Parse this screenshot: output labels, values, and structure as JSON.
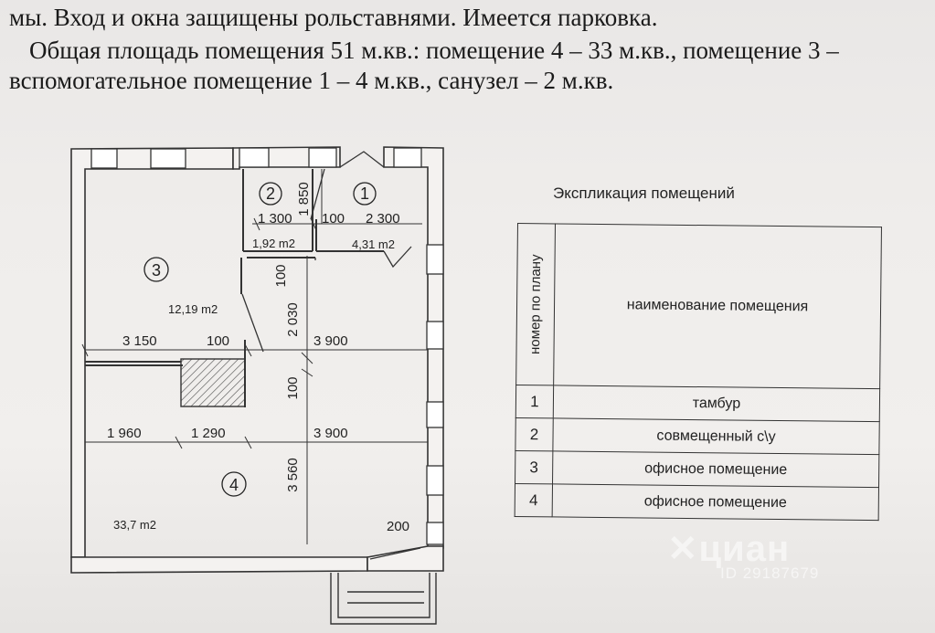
{
  "header": {
    "line1": "мы. Вход и окна защищены рольставнями. Имеется парковка.",
    "line2": "Общая площадь помещения 51 м.кв.: помещение 4 – 33 м.кв., помещение 3 –",
    "line3": "вспомогательное помещение 1 – 4 м.кв., санузел – 2 м.кв."
  },
  "plan": {
    "rooms": [
      {
        "number": "1",
        "area": "4,31 m2"
      },
      {
        "number": "2",
        "area": "1,92 m2"
      },
      {
        "number": "3",
        "area": "12,19 m2"
      },
      {
        "number": "4",
        "area": "33,7 m2"
      }
    ],
    "dimensions": {
      "d1850": "1 850",
      "d1300": "1 300",
      "d100a": "100",
      "d2300": "2 300",
      "d100v1": "100",
      "d2030": "2 030",
      "d3150": "3 150",
      "d100b": "100",
      "d3900a": "3 900",
      "d100v2": "100",
      "d1960": "1 960",
      "d1290": "1 290",
      "d3900b": "3 900",
      "d3560": "3 560",
      "d200": "200"
    }
  },
  "explication": {
    "title": "Экспликация помещений",
    "col_number": "номер по плану",
    "col_name": "наименование помещения",
    "rows": [
      {
        "num": "1",
        "name": "тамбур"
      },
      {
        "num": "2",
        "name": "совмещенный с\\у"
      },
      {
        "num": "3",
        "name": "офисное помещение"
      },
      {
        "num": "4",
        "name": "офисное помещение"
      }
    ]
  },
  "watermark": {
    "brand": "✕циан",
    "id": "ID 29187679"
  }
}
